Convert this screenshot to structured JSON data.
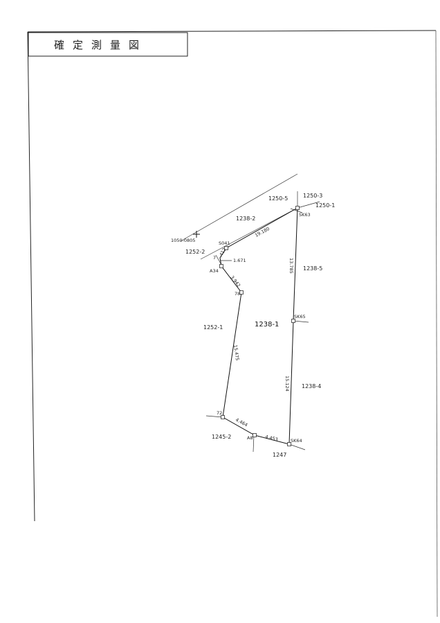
{
  "title": "確定測量図",
  "parcels": {
    "main": "1238-1",
    "p1238_2": "1238-2",
    "p1250_5": "1250-5",
    "p1250_3": "1250-3",
    "p1250_1": "1250-1",
    "p1252_2": "1252-2",
    "p1252_1": "1252-1",
    "p1238_5": "1238-5",
    "p1238_4": "1238-4",
    "p1245_2": "1245-2",
    "p1247": "1247"
  },
  "benchmark": "1050-0805",
  "points": {
    "sk63": "SK63",
    "sk65": "SK65",
    "sk64": "SK64",
    "s041": "S041",
    "a34": "A34",
    "p78": "78",
    "p72": "72",
    "a8": "A8",
    "p7": "7"
  },
  "distances": {
    "d_top": "19.180",
    "d_right_upper": "13.785",
    "d_right_lower": "15.124",
    "d_left": "15.475",
    "d_bottom_left": "4.464",
    "d_bottom_right": "4.453",
    "d_short_1": "3.942",
    "d_short_2": ".412",
    "d_short_3": "1.671"
  }
}
